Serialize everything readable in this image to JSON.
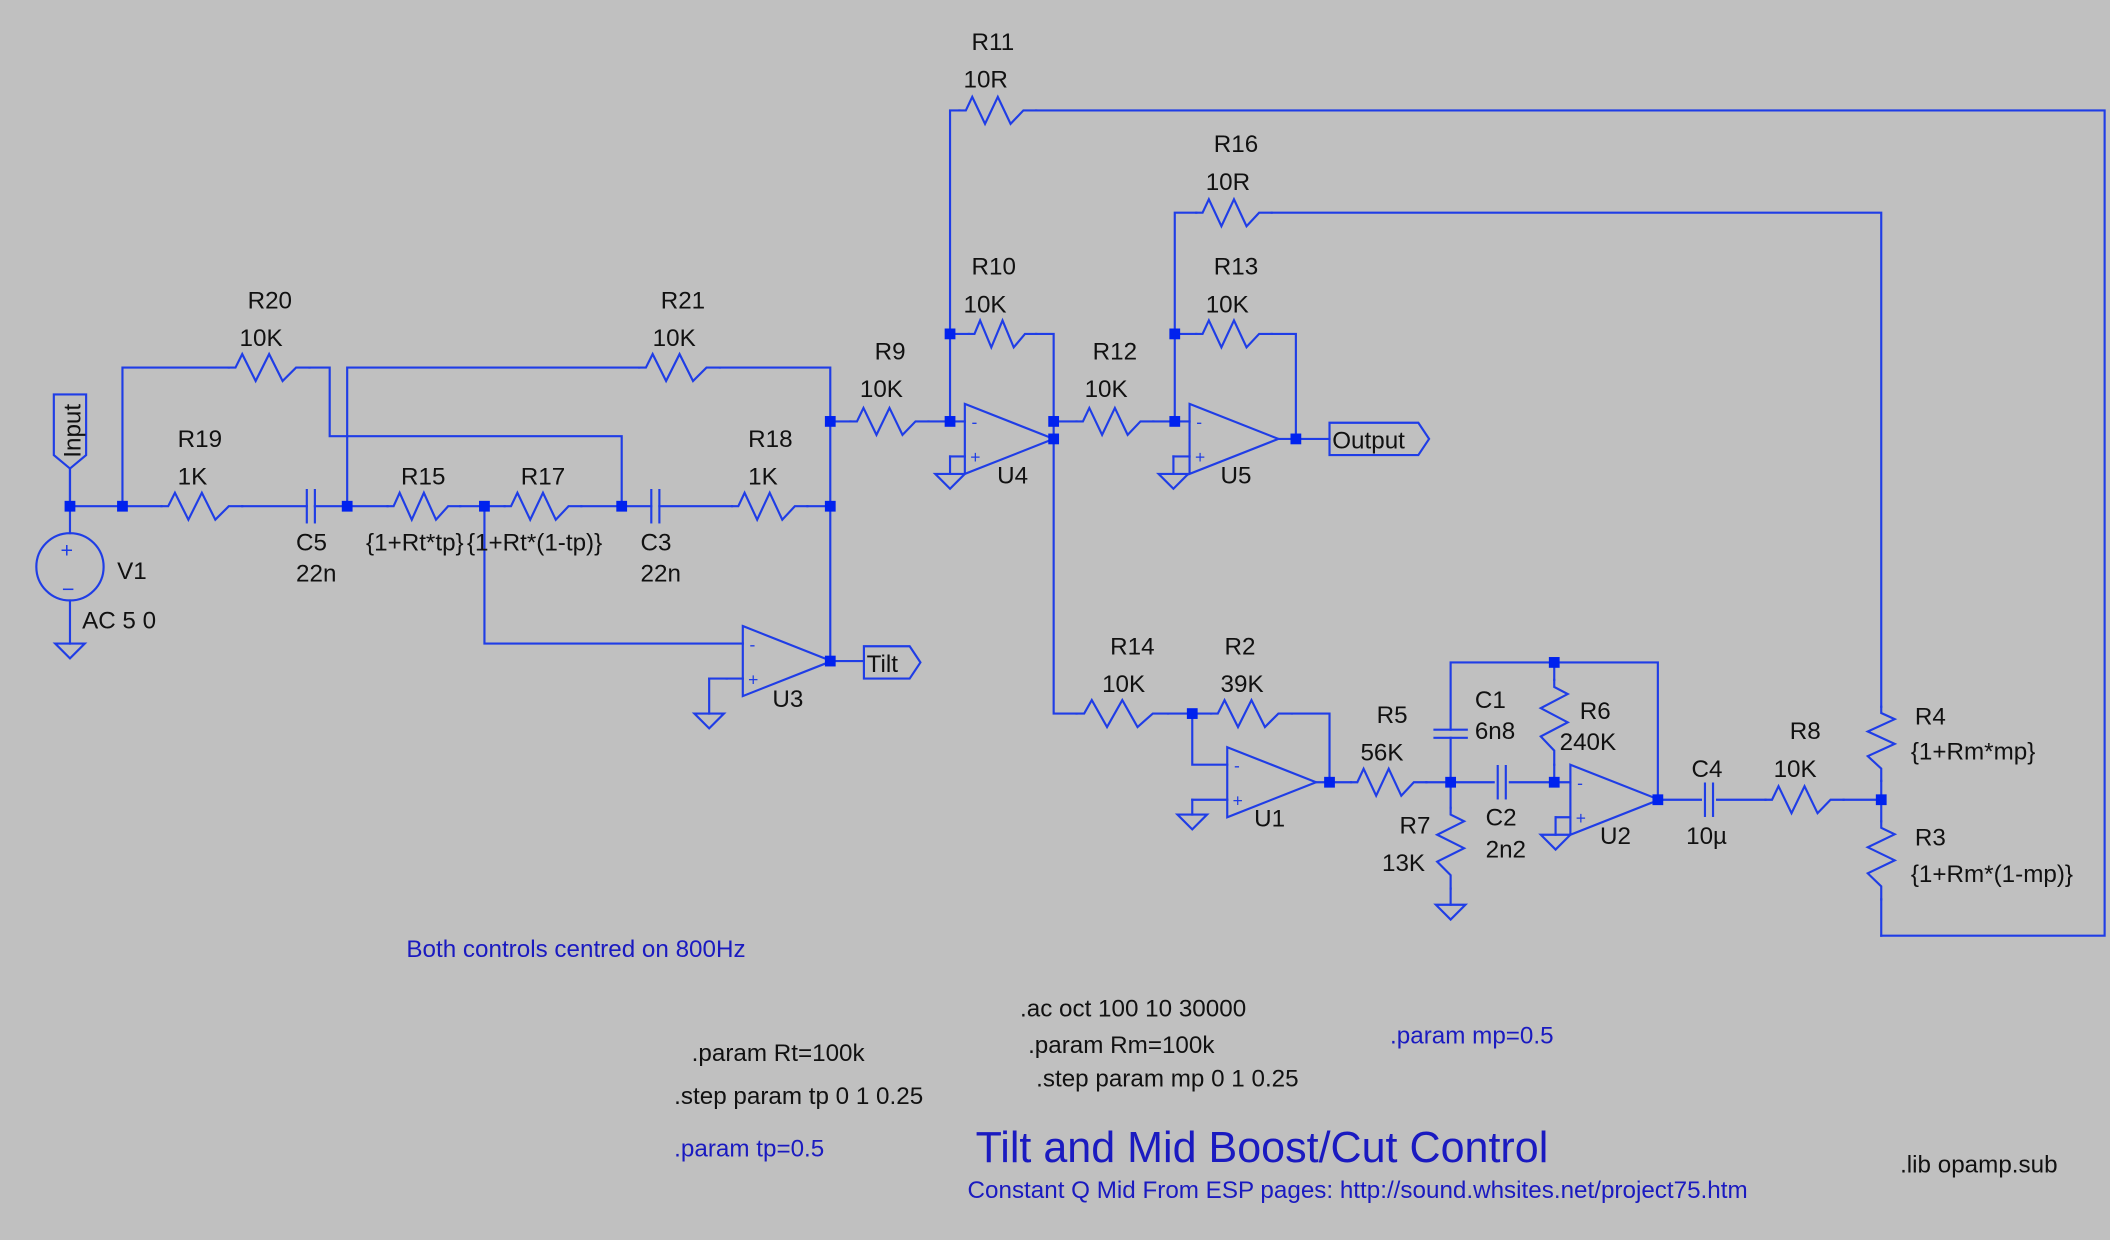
{
  "app": "LTspice schematic",
  "colors": {
    "background": "#c0c0c0",
    "wire": "#1f3de6",
    "junction": "#0022ee",
    "text": "#111111",
    "comment": "#1a1ac0"
  },
  "components": {
    "R20": {
      "name": "R20",
      "value": "10K"
    },
    "R21": {
      "name": "R21",
      "value": "10K"
    },
    "R19": {
      "name": "R19",
      "value": "1K"
    },
    "R15": {
      "name": "R15",
      "value": "{1+Rt*tp}"
    },
    "R17": {
      "name": "R17",
      "value": "{1+Rt*(1-tp)}"
    },
    "R18": {
      "name": "R18",
      "value": "1K"
    },
    "C5": {
      "name": "C5",
      "value": "22n"
    },
    "C3": {
      "name": "C3",
      "value": "22n"
    },
    "V1": {
      "name": "V1",
      "value": "AC 5 0"
    },
    "R9": {
      "name": "R9",
      "value": "10K"
    },
    "R10": {
      "name": "R10",
      "value": "10K"
    },
    "R11": {
      "name": "R11",
      "value": "10R"
    },
    "R12": {
      "name": "R12",
      "value": "10K"
    },
    "R13": {
      "name": "R13",
      "value": "10K"
    },
    "R16": {
      "name": "R16",
      "value": "10R"
    },
    "R14": {
      "name": "R14",
      "value": "10K"
    },
    "R2": {
      "name": "R2",
      "value": "39K"
    },
    "R5": {
      "name": "R5",
      "value": "56K"
    },
    "R7": {
      "name": "R7",
      "value": "13K"
    },
    "C1": {
      "name": "C1",
      "value": "6n8"
    },
    "C2": {
      "name": "C2",
      "value": "2n2"
    },
    "R6": {
      "name": "R6",
      "value": "240K"
    },
    "C4": {
      "name": "C4",
      "value": "10µ"
    },
    "R8": {
      "name": "R8",
      "value": "10K"
    },
    "R4": {
      "name": "R4",
      "value": "{1+Rm*mp}"
    },
    "R3": {
      "name": "R3",
      "value": "{1+Rm*(1-mp)}"
    },
    "U1": {
      "name": "U1"
    },
    "U2": {
      "name": "U2"
    },
    "U3": {
      "name": "U3"
    },
    "U4": {
      "name": "U4"
    },
    "U5": {
      "name": "U5"
    }
  },
  "net_labels": {
    "input": "Input",
    "output": "Output",
    "tilt": "Tilt"
  },
  "opamp_pins": {
    "minus": "-",
    "plus": "+"
  },
  "source_pins": {
    "plus": "+",
    "minus": "−"
  },
  "directives": {
    "ac": ".ac oct 100 10 30000",
    "param_rm": ".param Rm=100k",
    "step_mp": ".step param mp 0 1 0.25",
    "param_rt": ".param Rt=100k",
    "step_tp": ".step param tp 0 1 0.25",
    "lib": ".lib opamp.sub"
  },
  "comments": {
    "centred": "Both controls centred on 800Hz",
    "param_mp": ".param mp=0.5",
    "param_tp": ".param tp=0.5",
    "title": "Tilt and Mid Boost/Cut Control",
    "subtitle": "Constant Q Mid From ESP pages: http://sound.whsites.net/project75.htm"
  }
}
